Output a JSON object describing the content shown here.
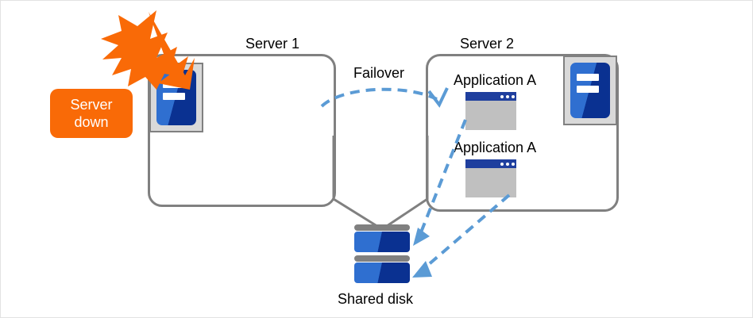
{
  "diagram": {
    "title_alt": "Failover cluster diagram",
    "colors": {
      "accent_orange": "#f96a07",
      "line_gray": "#808080",
      "arrow_blue": "#5b9bd5",
      "server_blue_light": "#2f6fd0",
      "server_blue_dark": "#0a3191",
      "app_titlebar": "#1f3f9e",
      "app_body": "#c0c0c0",
      "canvas_border": "#e2e2e2"
    },
    "labels": {
      "server1": "Server 1",
      "server2": "Server 2",
      "failover": "Failover",
      "shared_disk": "Shared disk",
      "app_a_1": "Application A",
      "app_a_2": "Application A"
    },
    "callout": {
      "line1": "Server",
      "line2": "down"
    },
    "icons": {
      "server_machine_1": "server-icon",
      "server_machine_2": "server-icon",
      "app_window_1": "application-window-icon",
      "app_window_2": "application-window-icon",
      "shared_disk": "disk-stack-icon",
      "failure_burst": "lightning-burst-icon"
    },
    "connections": [
      {
        "from": "Server 1",
        "to": "Shared disk",
        "style": "solid-gray"
      },
      {
        "from": "Server 2",
        "to": "Shared disk",
        "style": "solid-gray"
      },
      {
        "from": "Server 1",
        "to": "Server 2",
        "style": "dashed-blue-arrow",
        "label": "Failover"
      },
      {
        "from": "Application A (top)",
        "to": "Shared disk",
        "style": "dashed-blue-arrow"
      },
      {
        "from": "Application A (bottom)",
        "to": "Shared disk",
        "style": "dashed-blue-arrow"
      }
    ]
  }
}
